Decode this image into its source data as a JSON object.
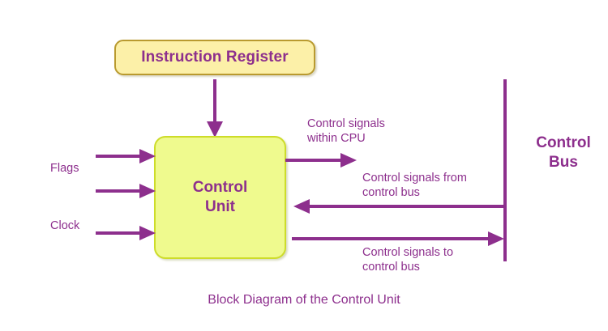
{
  "diagram": {
    "caption": "Block Diagram of the Control Unit",
    "accent_color": "#8d2f8d",
    "instruction_register": {
      "label": "Instruction Register",
      "fill_color": "#fcf0a8",
      "border_color": "#b99a2f"
    },
    "control_unit": {
      "label": "Control\nUnit",
      "fill_color": "#effa8e",
      "border_color": "#cddc2a"
    },
    "control_bus": {
      "label": "Control\nBus",
      "line_color": "#8d2f8d"
    },
    "inputs": [
      {
        "label": "Flags",
        "direction": "right"
      },
      {
        "label": "",
        "direction": "right"
      },
      {
        "label": "Clock",
        "direction": "right"
      }
    ],
    "signals": [
      {
        "label": "Control signals\nwithin CPU",
        "direction": "right",
        "from": "control-unit",
        "to": "cpu"
      },
      {
        "label": "Control signals from\ncontrol bus",
        "direction": "left",
        "from": "control-bus",
        "to": "control-unit"
      },
      {
        "label": "Control signals to\ncontrol bus",
        "direction": "right",
        "from": "control-unit",
        "to": "control-bus"
      }
    ],
    "ir_to_cu_arrow": {
      "direction": "down"
    }
  }
}
